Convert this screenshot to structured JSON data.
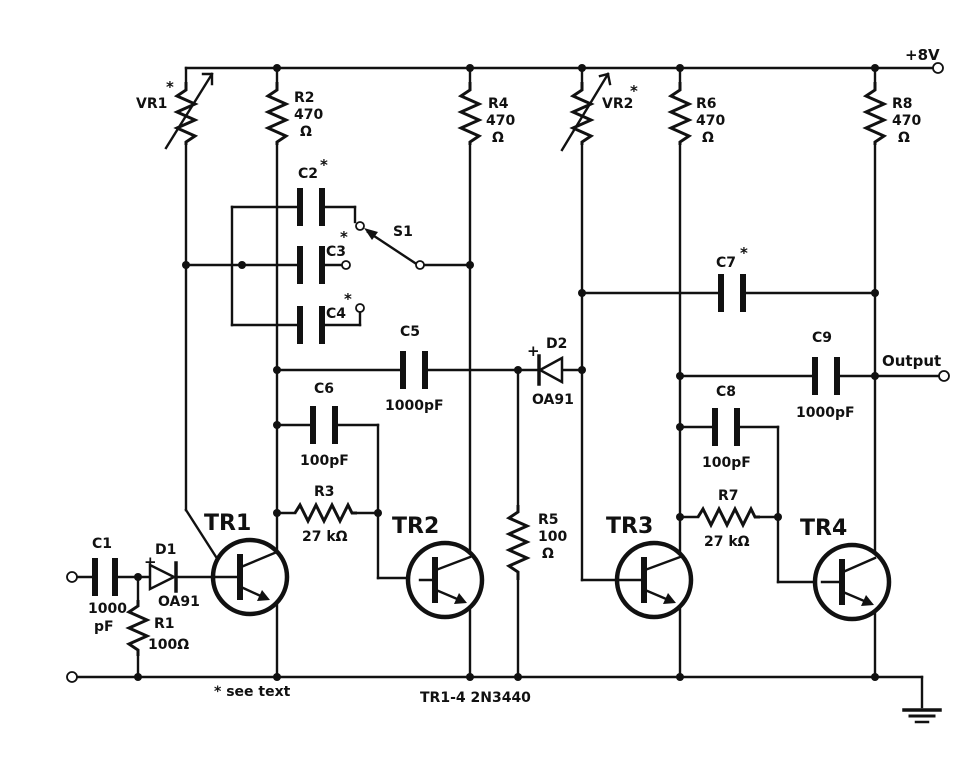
{
  "supply": "+8V",
  "output": "Output",
  "vr1": "VR1",
  "vr2": "VR2",
  "r2": {
    "name": "R2",
    "val": "470",
    "unit": "Ω"
  },
  "r4": {
    "name": "R4",
    "val": "470",
    "unit": "Ω"
  },
  "r6": {
    "name": "R6",
    "val": "470",
    "unit": "Ω"
  },
  "r8": {
    "name": "R8",
    "val": "470",
    "unit": "Ω"
  },
  "r1": {
    "name": "R1",
    "val": "100Ω"
  },
  "r3": {
    "name": "R3",
    "val": "27 kΩ"
  },
  "r5": {
    "name": "R5",
    "val": "100",
    "unit": "Ω"
  },
  "r7": {
    "name": "R7",
    "val": "27 kΩ"
  },
  "c1": {
    "name": "C1",
    "val": "1000",
    "unit": "pF"
  },
  "c2": "C2",
  "c3": "C3",
  "c4": "C4",
  "c5": {
    "name": "C5",
    "val": "1000pF"
  },
  "c6": {
    "name": "C6",
    "val": "100pF"
  },
  "c7": "C7",
  "c8": {
    "name": "C8",
    "val": "100pF"
  },
  "c9": {
    "name": "C9",
    "val": "1000pF"
  },
  "s1": "S1",
  "d1": {
    "name": "D1",
    "type": "OA91"
  },
  "d2": {
    "name": "D2",
    "type": "OA91"
  },
  "tr1": "TR1",
  "tr2": "TR2",
  "tr3": "TR3",
  "tr4": "TR4",
  "plus": "+",
  "star": "*",
  "note": "* see text",
  "transistors": "TR1-4  2N3440"
}
